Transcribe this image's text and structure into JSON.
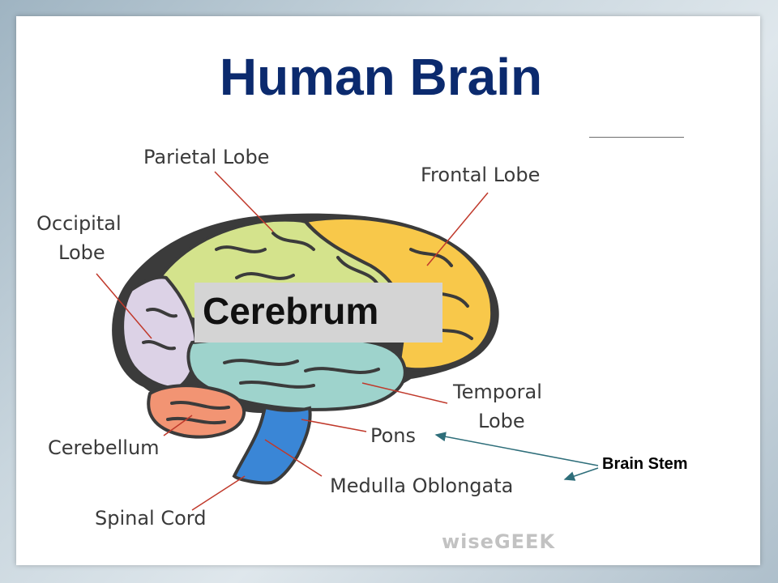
{
  "title": "Human Brain",
  "labels": {
    "parietal": "Parietal Lobe",
    "frontal": "Frontal Lobe",
    "occipital_1": "Occipital",
    "occipital_2": "Lobe",
    "temporal_1": "Temporal",
    "temporal_2": "Lobe",
    "cerebellum": "Cerebellum",
    "pons": "Pons",
    "medulla": "Medulla Oblongata",
    "spinal_cord": "Spinal Cord",
    "cerebrum": "Cerebrum",
    "brain_stem": "Brain Stem"
  },
  "watermark": "wiseGEEK",
  "colors": {
    "title": "#0b2a6e",
    "frontal": "#f8c84a",
    "parietal": "#d4e38c",
    "occipital": "#dcd2e6",
    "temporal": "#9ed3cc",
    "cerebellum": "#f29473",
    "brainstem": "#3a86d6",
    "pointer_line": "#c0392b",
    "arrow": "#2e6e7a"
  }
}
